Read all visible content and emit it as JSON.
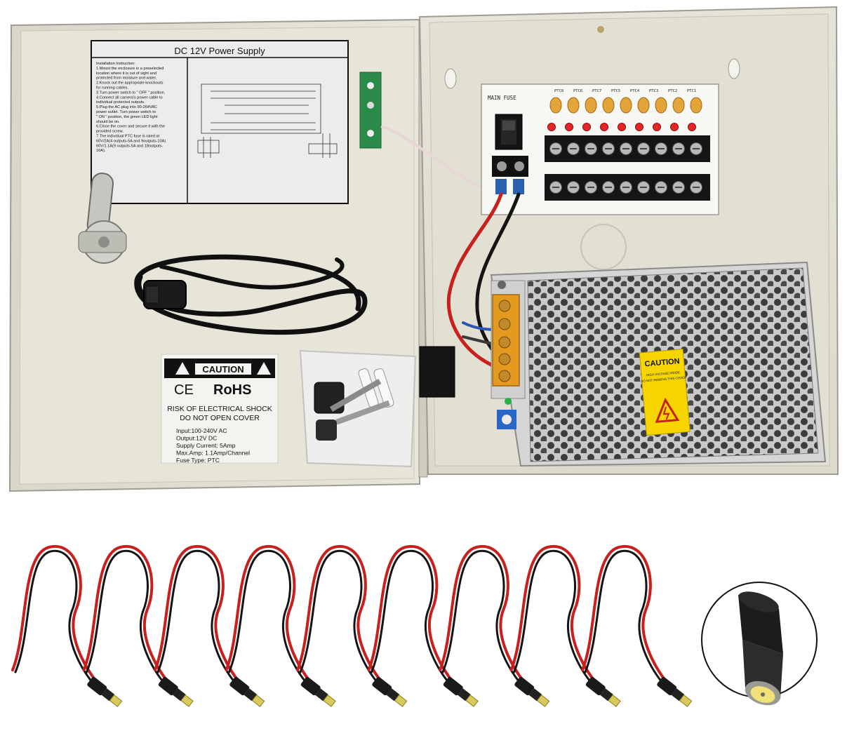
{
  "label": {
    "title": "DC 12V Power Supply",
    "instructions": [
      "Installation Instruction:",
      "1.Mount the enclosure in a preselected",
      "location where it is out of sight and",
      "protected from moisture and water.",
      "2.Knock out the appropriate knockouts",
      "for running cables.",
      "3.Turn power switch to \" OFF \" position.",
      "4.Connect all camera's power cable to",
      "individual protected outputs.",
      "5.Plug the AC plug into 90-264VAC",
      "power outlet. Turn power switch to",
      "\" ON \" position, the green LED light",
      "should be on.",
      "6.Close the cover and secure it with the",
      "provided screw.",
      "7.The individual PTC fuse is rated at",
      "60V/2A(4 outputs-5A and 9outputs-10A)",
      "60V/1.1A(9 outputs-5A and 18outputs-",
      "10A)."
    ]
  },
  "caution_label": {
    "caution": "CAUTION",
    "ce": "CE",
    "rohs": "RoHS",
    "warning_line1": "RISK OF ELECTRICAL SHOCK",
    "warning_line2": "DO NOT OPEN COVER",
    "specs": [
      "Input:100-240V  AC",
      "Output:12V DC",
      "Supply Current:  5Amp",
      "Max.Amp: 1.1Amp/Channel",
      "Fuse Type: PTC"
    ]
  },
  "board": {
    "main_fuse": "MAIN  FUSE",
    "ptc_labels": [
      "PTC8",
      "PTC6",
      "PTC7",
      "PTC5",
      "PTC4",
      "PTC3",
      "PTC2",
      "PTC1"
    ]
  },
  "psu_caution": {
    "caution": "CAUTION",
    "line1": "HIGH VOLTAGE INSIDE",
    "line2": "DO NOT REMOVE THIS COVER"
  },
  "colors": {
    "enclosure": "#e4e2d4",
    "cable_red": "#c8201c",
    "cable_black": "#141414",
    "caution_yellow": "#f7d600",
    "terminal_orange": "#e49a1e"
  },
  "pigtail_count": 9
}
